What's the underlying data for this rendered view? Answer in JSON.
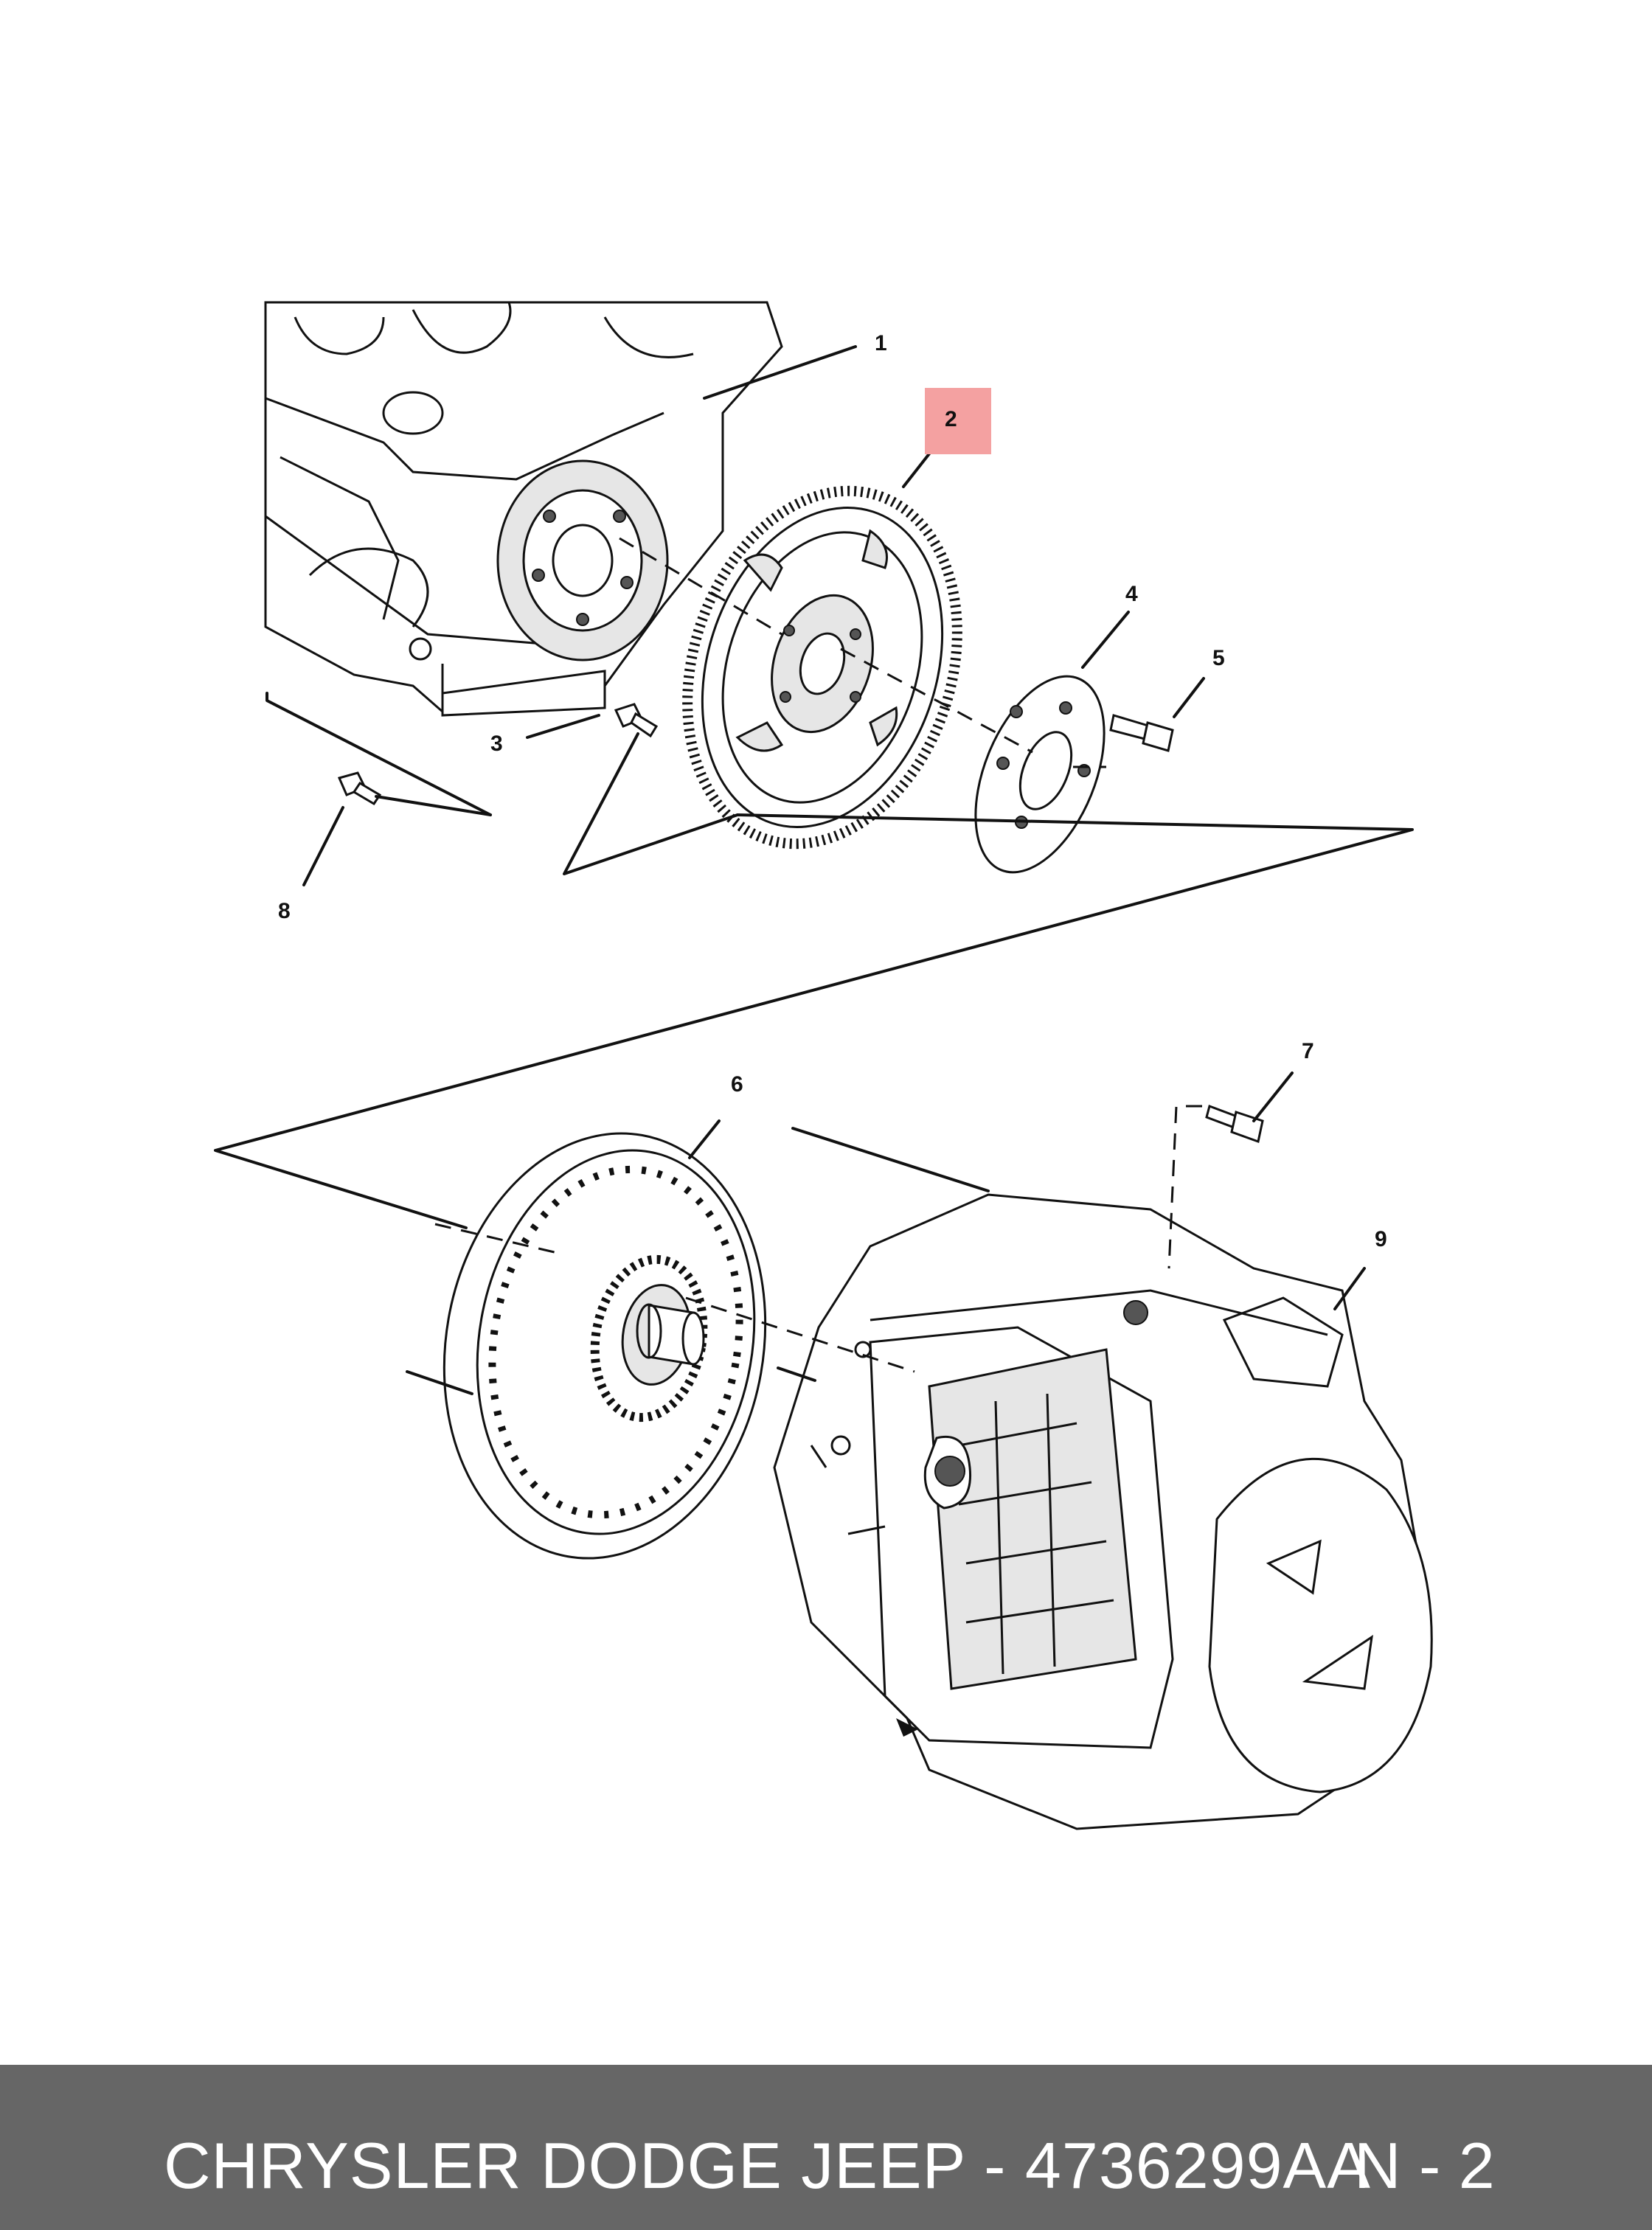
{
  "callouts": [
    {
      "id": "c1",
      "label": "1",
      "highlighted": false
    },
    {
      "id": "c2",
      "label": "2",
      "highlighted": true
    },
    {
      "id": "c3",
      "label": "3",
      "highlighted": false
    },
    {
      "id": "c4",
      "label": "4",
      "highlighted": false
    },
    {
      "id": "c5",
      "label": "5",
      "highlighted": false
    },
    {
      "id": "c6",
      "label": "6",
      "highlighted": false
    },
    {
      "id": "c7",
      "label": "7",
      "highlighted": false
    },
    {
      "id": "c8",
      "label": "8",
      "highlighted": false
    },
    {
      "id": "c9",
      "label": "9",
      "highlighted": false
    }
  ],
  "highlight_color": "#f4a1a1",
  "footer": {
    "title": "CHRYSLER DODGE JEEP - 4736299AA",
    "page": "N - 2",
    "background": "#666666"
  }
}
